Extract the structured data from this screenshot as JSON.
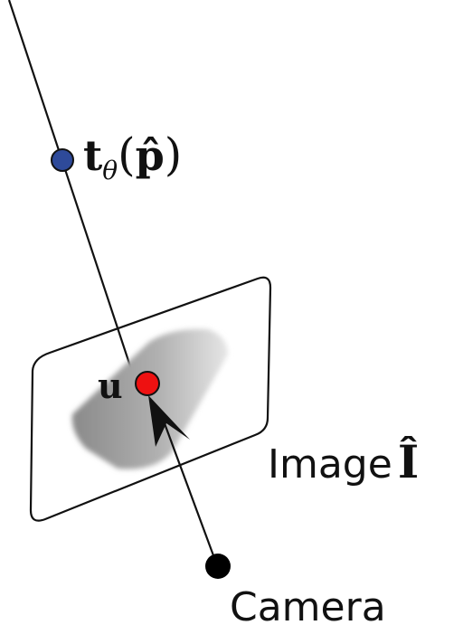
{
  "diagram": {
    "point_label": {
      "main": "t",
      "subscript": "θ",
      "paren_open": "(",
      "argument": "p̂",
      "paren_close": ")"
    },
    "pixel_label": "u",
    "image_label_text": "Image",
    "image_label_symbol": "Î",
    "camera_label": "Camera",
    "colors": {
      "point_fill": "#2e4a9a",
      "pixel_fill": "#ee1111",
      "camera_fill": "#000000",
      "line": "#111111"
    }
  }
}
